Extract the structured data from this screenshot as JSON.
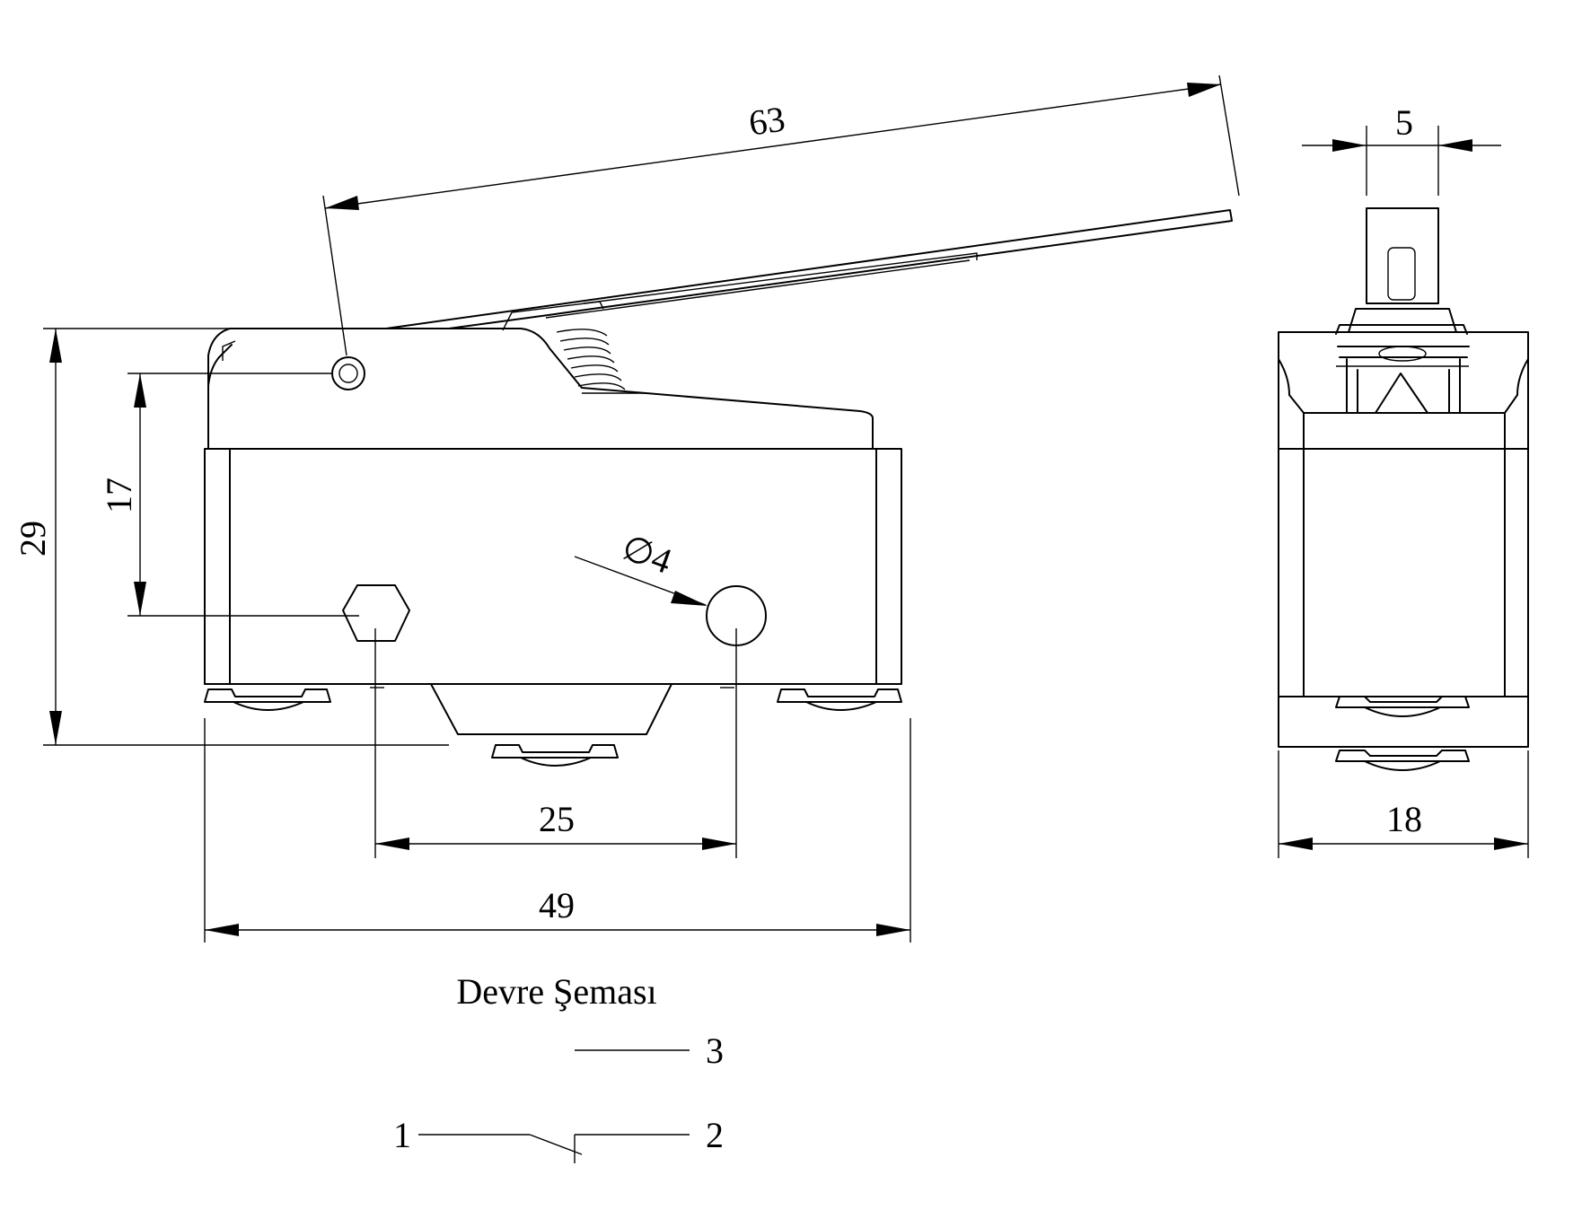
{
  "dimensions": {
    "lever_length": "63",
    "actuator_width": "5",
    "total_height": "29",
    "hole_height": "17",
    "hole_diameter": "∅4",
    "hole_spacing": "25",
    "body_length": "49",
    "body_width": "18"
  },
  "schematic": {
    "title": "Devre Şeması",
    "terminal_nc": "3",
    "terminal_com": "1",
    "terminal_no": "2"
  }
}
